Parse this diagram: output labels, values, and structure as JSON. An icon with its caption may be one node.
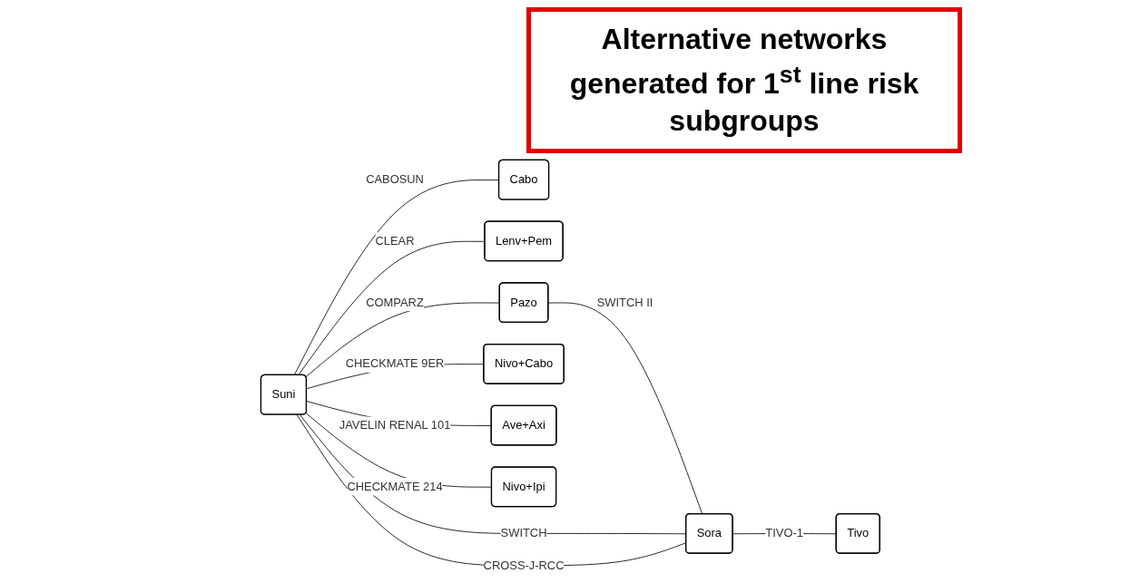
{
  "diagram": {
    "title": "Alternative networks generated for 1$^{st}$ line risk subgroups",
    "nodes": [
      {
        "text": [
          "Cabo"
        ]
      },
      {
        "text": [
          "Lenv+Pem"
        ]
      },
      {
        "text": [
          "Pazo"
        ]
      },
      {
        "text": [
          "Suni"
        ]
      },
      {
        "text": [
          "Nivo+Cabo"
        ]
      },
      {
        "text": [
          "Sora"
        ]
      },
      {
        "text": [
          "Tivo"
        ]
      },
      {
        "text": [
          "Ave+Axi"
        ]
      },
      {
        "text": [
          "Nivo+Ipi"
        ]
      }
    ],
    "edges": [
      {
        "from": 3,
        "to": 0,
        "arrow": "none",
        "label": "CABOSUN"
      },
      {
        "from": 3,
        "to": 1,
        "arrow": "none",
        "label": "CLEAR"
      },
      {
        "from": 3,
        "to": 2,
        "arrow": "none",
        "label": "COMPARZ"
      },
      {
        "from": 2,
        "to": 5,
        "arrow": "none",
        "label": "SWITCH II"
      },
      {
        "from": 3,
        "to": 4,
        "arrow": "none",
        "label": "CHECKMATE 9ER"
      },
      {
        "from": 3,
        "to": 5,
        "arrow": "none",
        "label": "SWITCH"
      },
      {
        "from": 3,
        "to": 5,
        "arrow": "none",
        "label": "CROSS-J-RCC"
      },
      {
        "from": 5,
        "to": 6,
        "arrow": "none",
        "label": "TIVO-1"
      },
      {
        "from": 3,
        "to": 7,
        "arrow": "none",
        "label": "JAVELIN RENAL 101"
      },
      {
        "from": 3,
        "to": 8,
        "arrow": "none",
        "label": "CHECKMATE 214"
      }
    ]
  }
}
